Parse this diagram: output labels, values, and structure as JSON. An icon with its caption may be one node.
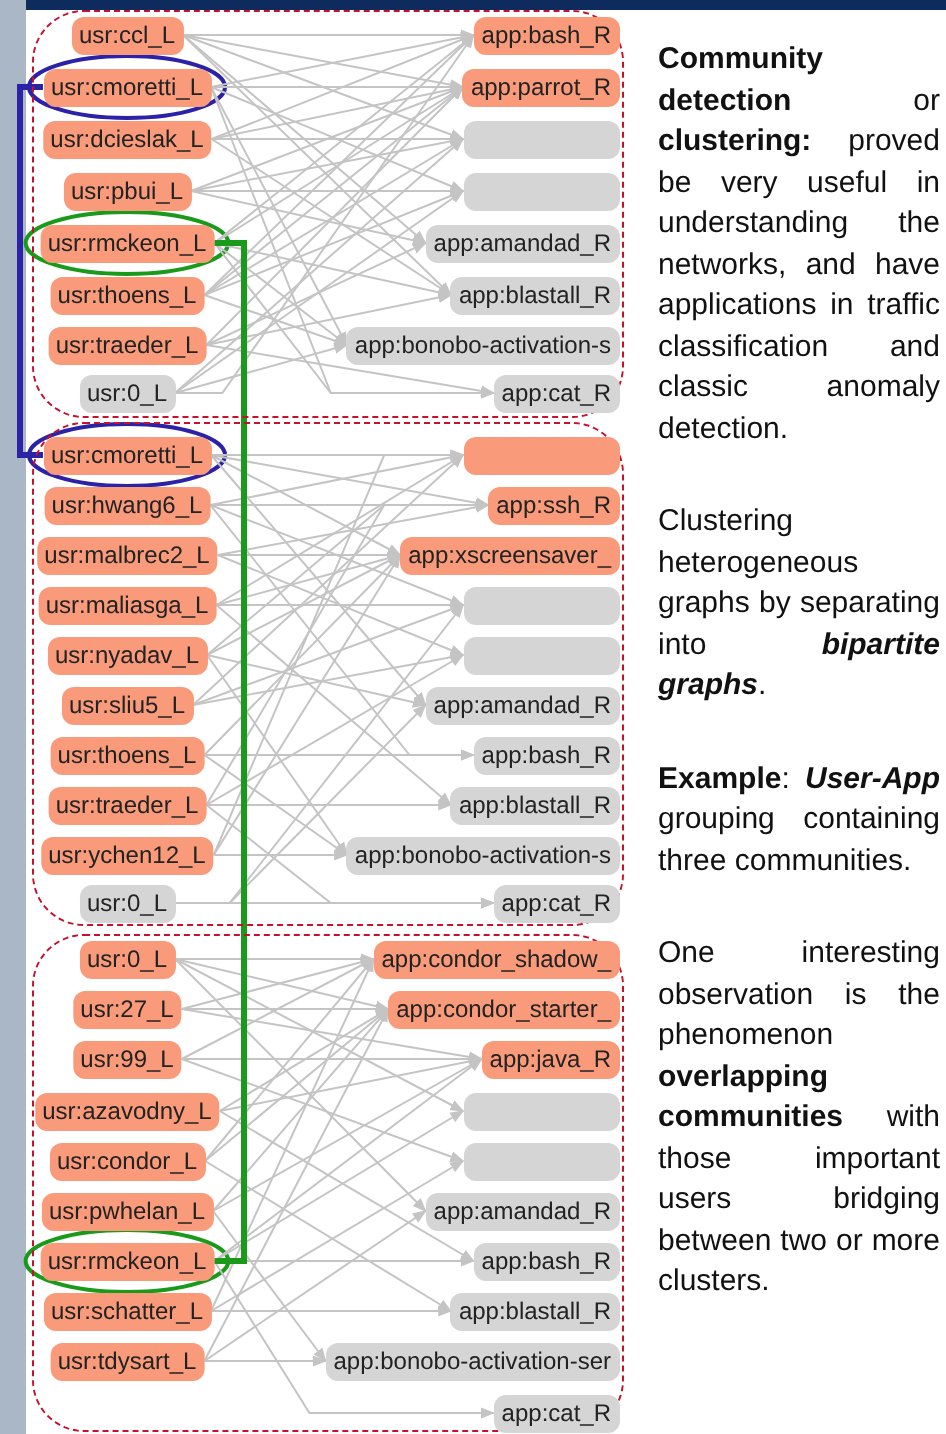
{
  "diagram": {
    "nodes": [
      {
        "text": [],
        "shape": "box"
      },
      {
        "text": [
          "usr:ccl_L"
        ],
        "in": 0
      },
      {
        "text": [
          "usr:cmoretti_L"
        ],
        "in": 0
      },
      {
        "text": [
          "usr:dcieslak_L"
        ],
        "in": 0
      },
      {
        "text": [
          "usr:pbui_L"
        ],
        "in": 0
      },
      {
        "text": [
          "usr:rmckeon_L"
        ],
        "in": 0
      },
      {
        "text": [
          "usr:thoens_L"
        ],
        "in": 0
      },
      {
        "text": [
          "usr:traeder_L"
        ],
        "in": 0
      },
      {
        "text": [
          "usr:0_L"
        ],
        "in": 0
      },
      {
        "text": [
          "app:bash_R"
        ],
        "in": 0
      },
      {
        "text": [
          "app:parrot_R"
        ],
        "in": 0
      },
      {
        "text": [],
        "shape": "box",
        "in": 0
      },
      {
        "text": [],
        "shape": "box",
        "in": 0
      },
      {
        "text": [
          "app:amandad_R"
        ],
        "in": 0
      },
      {
        "text": [
          "app:blastall_R"
        ],
        "in": 0
      },
      {
        "text": [
          "app:bonobo-activation-s"
        ],
        "in": 0
      },
      {
        "text": [
          "app:cat_R"
        ],
        "in": 0
      },
      {
        "text": [],
        "shape": "box"
      },
      {
        "text": [
          "usr:cmoretti_L"
        ],
        "in": 17
      },
      {
        "text": [
          "usr:hwang6_L"
        ],
        "in": 17
      },
      {
        "text": [
          "usr:malbrec2_L"
        ],
        "in": 17
      },
      {
        "text": [
          "usr:maliasga_L"
        ],
        "in": 17
      },
      {
        "text": [
          "usr:nyadav_L"
        ],
        "in": 17
      },
      {
        "text": [
          "usr:sliu5_L"
        ],
        "in": 17
      },
      {
        "text": [
          "usr:thoens_L"
        ],
        "in": 17
      },
      {
        "text": [
          "usr:traeder_L"
        ],
        "in": 17
      },
      {
        "text": [
          "usr:ychen12_L"
        ],
        "in": 17
      },
      {
        "text": [
          "usr:0_L"
        ],
        "in": 17
      },
      {
        "text": [],
        "shape": "box",
        "in": 17
      },
      {
        "text": [
          "app:ssh_R"
        ],
        "in": 17
      },
      {
        "text": [
          "app:xscreensaver_"
        ],
        "in": 17
      },
      {
        "text": [],
        "shape": "box",
        "in": 17
      },
      {
        "text": [],
        "shape": "box",
        "in": 17
      },
      {
        "text": [
          "app:amandad_R"
        ],
        "in": 17
      },
      {
        "text": [
          "app:bash_R"
        ],
        "in": 17
      },
      {
        "text": [
          "app:blastall_R"
        ],
        "in": 17
      },
      {
        "text": [
          "app:bonobo-activation-s"
        ],
        "in": 17
      },
      {
        "text": [
          "app:cat_R"
        ],
        "in": 17
      },
      {
        "text": [],
        "shape": "box"
      },
      {
        "text": [
          "usr:0_L"
        ],
        "in": 38
      },
      {
        "text": [
          "usr:27_L"
        ],
        "in": 38
      },
      {
        "text": [
          "usr:99_L"
        ],
        "in": 38
      },
      {
        "text": [
          "usr:azavodny_L"
        ],
        "in": 38
      },
      {
        "text": [
          "usr:condor_L"
        ],
        "in": 38
      },
      {
        "text": [
          "usr:pwhelan_L"
        ],
        "in": 38
      },
      {
        "text": [
          "usr:rmckeon_L"
        ],
        "in": 38
      },
      {
        "text": [
          "usr:schatter_L"
        ],
        "in": 38
      },
      {
        "text": [
          "usr:tdysart_L"
        ],
        "in": 38
      },
      {
        "text": [
          "app:condor_shadow_"
        ],
        "in": 38
      },
      {
        "text": [
          "app:condor_starter_"
        ],
        "in": 38
      },
      {
        "text": [
          "app:java_R"
        ],
        "in": 38
      },
      {
        "text": [],
        "shape": "box",
        "in": 38
      },
      {
        "text": [],
        "shape": "box",
        "in": 38
      },
      {
        "text": [
          "app:amandad_R"
        ],
        "in": 38
      },
      {
        "text": [
          "app:bash_R"
        ],
        "in": 38
      },
      {
        "text": [
          "app:blastall_R"
        ],
        "in": 38
      },
      {
        "text": [
          "app:bonobo-activation-ser"
        ],
        "in": 38
      },
      {
        "text": [
          "app:cat_R"
        ],
        "in": 38
      }
    ],
    "edges": [
      {
        "from": 2,
        "to": 18,
        "arrow": "none",
        "style": "thick",
        "color": "#2b22a8"
      },
      {
        "from": 5,
        "to": 45,
        "arrow": "none",
        "style": "thick",
        "color": "#1a9a1a"
      },
      {
        "from": 1,
        "to": 9,
        "arrow": "to"
      },
      {
        "from": 1,
        "to": 10,
        "arrow": "to"
      },
      {
        "from": 1,
        "to": 11,
        "arrow": "to"
      },
      {
        "from": 1,
        "to": 13,
        "arrow": "to"
      },
      {
        "from": 1,
        "to": 14,
        "arrow": "to"
      },
      {
        "from": 2,
        "to": 9,
        "arrow": "to"
      },
      {
        "from": 2,
        "to": 10,
        "arrow": "to"
      },
      {
        "from": 2,
        "to": 12,
        "arrow": "to"
      },
      {
        "from": 2,
        "to": 15,
        "arrow": "to"
      },
      {
        "from": 2,
        "to": 16,
        "arrow": "to"
      },
      {
        "from": 3,
        "to": 9,
        "arrow": "to"
      },
      {
        "from": 3,
        "to": 10,
        "arrow": "to"
      },
      {
        "from": 3,
        "to": 11,
        "arrow": "to"
      },
      {
        "from": 3,
        "to": 14,
        "arrow": "to"
      },
      {
        "from": 4,
        "to": 10,
        "arrow": "to"
      },
      {
        "from": 4,
        "to": 11,
        "arrow": "to"
      },
      {
        "from": 4,
        "to": 12,
        "arrow": "to"
      },
      {
        "from": 4,
        "to": 13,
        "arrow": "to"
      },
      {
        "from": 5,
        "to": 9,
        "arrow": "to"
      },
      {
        "from": 5,
        "to": 10,
        "arrow": "to"
      },
      {
        "from": 5,
        "to": 14,
        "arrow": "to"
      },
      {
        "from": 5,
        "to": 15,
        "arrow": "to"
      },
      {
        "from": 5,
        "to": 16,
        "arrow": "to"
      },
      {
        "from": 6,
        "to": 9,
        "arrow": "to"
      },
      {
        "from": 6,
        "to": 10,
        "arrow": "to"
      },
      {
        "from": 6,
        "to": 11,
        "arrow": "to"
      },
      {
        "from": 6,
        "to": 12,
        "arrow": "to"
      },
      {
        "from": 6,
        "to": 15,
        "arrow": "to"
      },
      {
        "from": 7,
        "to": 10,
        "arrow": "to"
      },
      {
        "from": 7,
        "to": 13,
        "arrow": "to"
      },
      {
        "from": 7,
        "to": 14,
        "arrow": "to"
      },
      {
        "from": 7,
        "to": 16,
        "arrow": "to"
      },
      {
        "from": 8,
        "to": 9,
        "arrow": "to"
      },
      {
        "from": 8,
        "to": 11,
        "arrow": "to"
      },
      {
        "from": 8,
        "to": 12,
        "arrow": "to"
      },
      {
        "from": 8,
        "to": 15,
        "arrow": "to"
      },
      {
        "from": 18,
        "to": 28,
        "arrow": "to"
      },
      {
        "from": 18,
        "to": 29,
        "arrow": "to"
      },
      {
        "from": 18,
        "to": 30,
        "arrow": "to"
      },
      {
        "from": 18,
        "to": 33,
        "arrow": "to"
      },
      {
        "from": 19,
        "to": 28,
        "arrow": "to"
      },
      {
        "from": 19,
        "to": 29,
        "arrow": "to"
      },
      {
        "from": 19,
        "to": 31,
        "arrow": "to"
      },
      {
        "from": 19,
        "to": 34,
        "arrow": "to"
      },
      {
        "from": 20,
        "to": 29,
        "arrow": "to"
      },
      {
        "from": 20,
        "to": 30,
        "arrow": "to"
      },
      {
        "from": 20,
        "to": 32,
        "arrow": "to"
      },
      {
        "from": 21,
        "to": 28,
        "arrow": "to"
      },
      {
        "from": 21,
        "to": 30,
        "arrow": "to"
      },
      {
        "from": 21,
        "to": 31,
        "arrow": "to"
      },
      {
        "from": 21,
        "to": 35,
        "arrow": "to"
      },
      {
        "from": 22,
        "to": 29,
        "arrow": "to"
      },
      {
        "from": 22,
        "to": 30,
        "arrow": "to"
      },
      {
        "from": 22,
        "to": 33,
        "arrow": "to"
      },
      {
        "from": 22,
        "to": 36,
        "arrow": "to"
      },
      {
        "from": 23,
        "to": 28,
        "arrow": "to"
      },
      {
        "from": 23,
        "to": 31,
        "arrow": "to"
      },
      {
        "from": 23,
        "to": 32,
        "arrow": "to"
      },
      {
        "from": 24,
        "to": 30,
        "arrow": "to"
      },
      {
        "from": 24,
        "to": 34,
        "arrow": "to"
      },
      {
        "from": 24,
        "to": 36,
        "arrow": "to"
      },
      {
        "from": 25,
        "to": 29,
        "arrow": "to"
      },
      {
        "from": 25,
        "to": 32,
        "arrow": "to"
      },
      {
        "from": 25,
        "to": 35,
        "arrow": "to"
      },
      {
        "from": 25,
        "to": 37,
        "arrow": "to"
      },
      {
        "from": 26,
        "to": 28,
        "arrow": "to"
      },
      {
        "from": 26,
        "to": 30,
        "arrow": "to"
      },
      {
        "from": 26,
        "to": 36,
        "arrow": "to"
      },
      {
        "from": 27,
        "to": 31,
        "arrow": "to"
      },
      {
        "from": 27,
        "to": 33,
        "arrow": "to"
      },
      {
        "from": 27,
        "to": 37,
        "arrow": "to"
      },
      {
        "from": 39,
        "to": 48,
        "arrow": "to"
      },
      {
        "from": 39,
        "to": 49,
        "arrow": "to"
      },
      {
        "from": 39,
        "to": 51,
        "arrow": "to"
      },
      {
        "from": 39,
        "to": 53,
        "arrow": "to"
      },
      {
        "from": 40,
        "to": 48,
        "arrow": "to"
      },
      {
        "from": 40,
        "to": 49,
        "arrow": "to"
      },
      {
        "from": 40,
        "to": 50,
        "arrow": "to"
      },
      {
        "from": 41,
        "to": 48,
        "arrow": "to"
      },
      {
        "from": 41,
        "to": 50,
        "arrow": "to"
      },
      {
        "from": 41,
        "to": 52,
        "arrow": "to"
      },
      {
        "from": 42,
        "to": 49,
        "arrow": "to"
      },
      {
        "from": 42,
        "to": 50,
        "arrow": "to"
      },
      {
        "from": 42,
        "to": 54,
        "arrow": "to"
      },
      {
        "from": 43,
        "to": 48,
        "arrow": "to"
      },
      {
        "from": 43,
        "to": 49,
        "arrow": "to"
      },
      {
        "from": 43,
        "to": 55,
        "arrow": "to"
      },
      {
        "from": 44,
        "to": 49,
        "arrow": "to"
      },
      {
        "from": 44,
        "to": 50,
        "arrow": "to"
      },
      {
        "from": 44,
        "to": 56,
        "arrow": "to"
      },
      {
        "from": 45,
        "to": 50,
        "arrow": "to"
      },
      {
        "from": 45,
        "to": 51,
        "arrow": "to"
      },
      {
        "from": 45,
        "to": 54,
        "arrow": "to"
      },
      {
        "from": 45,
        "to": 57,
        "arrow": "to"
      },
      {
        "from": 46,
        "to": 48,
        "arrow": "to"
      },
      {
        "from": 46,
        "to": 52,
        "arrow": "to"
      },
      {
        "from": 46,
        "to": 55,
        "arrow": "to"
      },
      {
        "from": 47,
        "to": 49,
        "arrow": "to"
      },
      {
        "from": 47,
        "to": 53,
        "arrow": "to"
      },
      {
        "from": 47,
        "to": 56,
        "arrow": "to"
      }
    ],
    "labels": [
      "**Community detection** or **clustering:** proved be very useful in understanding the networks, and have applications in traffic classification and classic anomaly detection.",
      "Clustering heterogeneous graphs by separating into *bipartite graphs*.",
      "**Example**: *User-App* grouping containing three communities.",
      "One interesting observation is the phenomenon **overlapping communities** with those important users bridging between two or more clusters."
    ]
  }
}
